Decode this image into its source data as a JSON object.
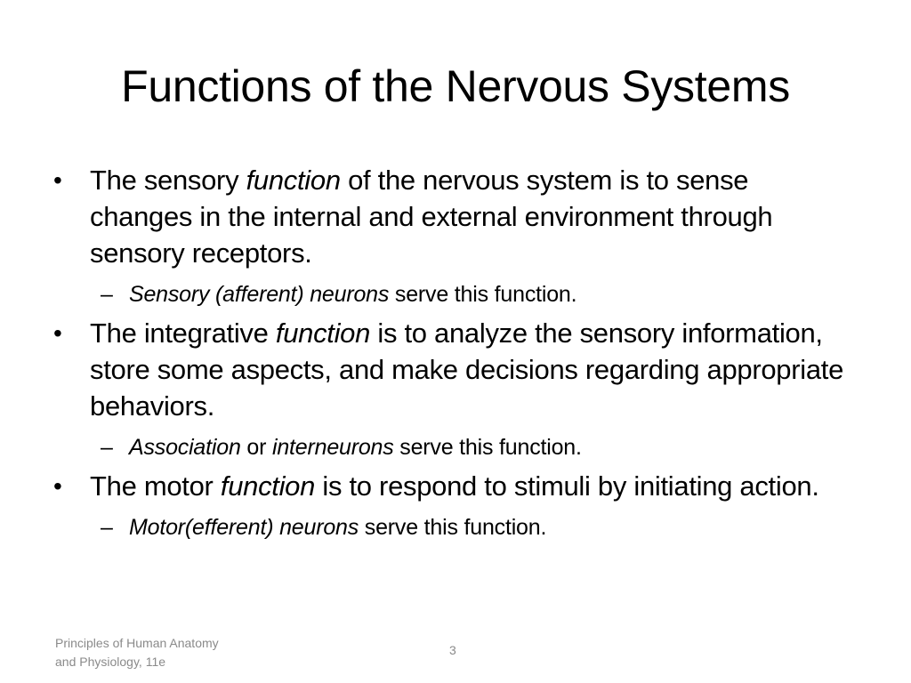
{
  "slide": {
    "title": "Functions of the Nervous Systems",
    "bullet_symbol": "•",
    "sub_bullet_symbol": "–",
    "bullets": [
      {
        "pre": "The sensory ",
        "em": "function",
        "post": " of the nervous system is to sense changes in the internal and external environment through sensory receptors.",
        "sub": {
          "em1": "Sensory (afferent) neurons",
          "mid": "",
          "em2": "",
          "post": " serve this function."
        }
      },
      {
        "pre": "The integrative ",
        "em": "function",
        "post": " is to analyze the sensory information, store some aspects, and make decisions regarding appropriate behaviors.",
        "sub": {
          "em1": "Association",
          "mid": " or ",
          "em2": "interneurons",
          "post": " serve this function."
        }
      },
      {
        "pre": "The motor ",
        "em": "function",
        "post": " is to respond to stimuli by initiating action.",
        "sub": {
          "em1": "Motor(efferent) neurons",
          "mid": "",
          "em2": "",
          "post": " serve this function."
        }
      }
    ]
  },
  "footer": {
    "line1": "Principles of Human Anatomy",
    "line2": "and Physiology, 11e",
    "page_number": "3"
  },
  "colors": {
    "background": "#ffffff",
    "text": "#000000",
    "footer_text": "#8a8a8a"
  }
}
